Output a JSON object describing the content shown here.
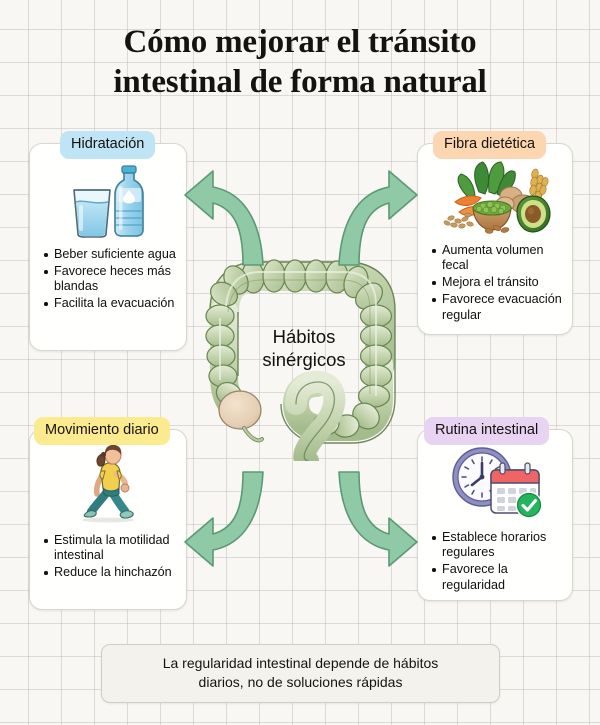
{
  "title": {
    "line1": "Cómo mejorar el tránsito",
    "line2": "intestinal de forma natural"
  },
  "center": {
    "label_line1": "Hábitos",
    "label_line2": "sinérgicos",
    "illustration": "large-intestine-colon"
  },
  "cards": [
    {
      "id": "hydration",
      "pill_label": "Hidratación",
      "pill_color": "#bfe4f5",
      "icon": "water-glass-and-bottle-icon",
      "bullets": [
        "Beber suficiente agua",
        "Favorece heces más blandas",
        "Facilita la evacuación"
      ]
    },
    {
      "id": "fiber",
      "pill_label": "Fibra dietética",
      "pill_color": "#fcd6b0",
      "icon": "fiber-vegetables-grains-icon",
      "bullets": [
        "Aumenta volumen fecal",
        "Mejora el tránsito",
        "Favorece evacuación regular"
      ]
    },
    {
      "id": "movement",
      "pill_label": "Movimiento diario",
      "pill_color": "#fcea8f",
      "icon": "walking-person-icon",
      "bullets": [
        "Estimula la motilidad intestinal",
        "Reduce la hinchazón"
      ]
    },
    {
      "id": "routine",
      "pill_label": "Rutina intestinal",
      "pill_color": "#e9d3f2",
      "icon": "clock-and-calendar-icon",
      "bullets": [
        "Establece horarios regulares",
        "Favorece la regularidad"
      ]
    }
  ],
  "arrows": {
    "color": "#87c6a1",
    "outline": "#4f8f66",
    "directions": [
      "up-left",
      "up-right",
      "down-left",
      "down-right"
    ]
  },
  "footer": {
    "line1": "La regularidad intestinal depende de hábitos",
    "line2": "diarios, no de soluciones rápidas"
  }
}
